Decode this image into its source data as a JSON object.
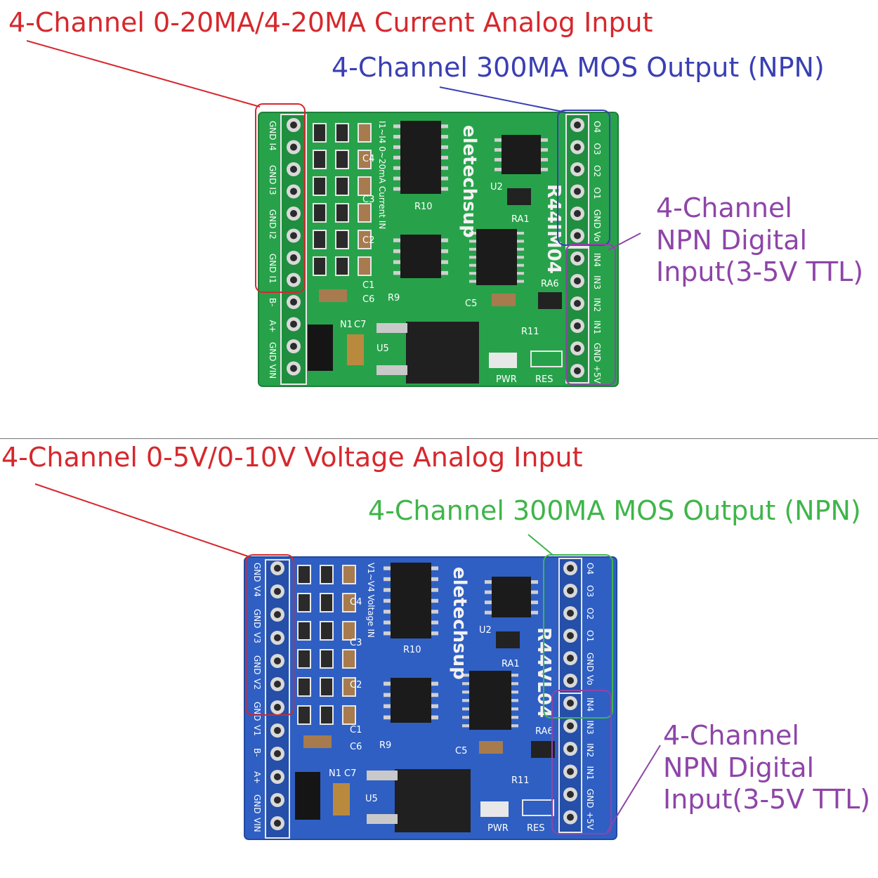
{
  "colors": {
    "analog_label": "#d6282d",
    "output_label_top": "#3a3fb3",
    "output_label_bottom": "#3fb54a",
    "digital_label": "#8e45a8",
    "pcb_green": "#27a24a",
    "pcb_blue": "#2f5fc3"
  },
  "top": {
    "analog_label": "4-Channel 0-20MA/4-20MA  Current Analog Input",
    "output_label": "4-Channel 300MA MOS Output (NPN)",
    "digital_label_lines": [
      "4-Channel",
      "NPN Digital",
      "Input(3-5V TTL)"
    ],
    "board": {
      "brand": "eletechsup",
      "model": "R44IM04",
      "input_note": "I1~I4 0~20mA Current IN",
      "left_pins": [
        "GND",
        "I4",
        "GND",
        "I3",
        "GND",
        "I2",
        "GND",
        "I1",
        "B-",
        "A+",
        "GND",
        "VIN"
      ],
      "right_top_pins": [
        "O4",
        "O3",
        "O2",
        "O1",
        "GND",
        "Vo"
      ],
      "right_bottom_pins": [
        "IN4",
        "IN3",
        "IN2",
        "IN1",
        "GND",
        "+5V"
      ],
      "refs": [
        "C4",
        "C3",
        "C2",
        "C1",
        "C6",
        "C5",
        "C7",
        "N1",
        "U5",
        "U2",
        "R10",
        "R9",
        "R11",
        "RA1",
        "RA6",
        "PWR",
        "RES"
      ]
    }
  },
  "bottom": {
    "analog_label": "4-Channel 0-5V/0-10V Voltage Analog Input",
    "output_label": "4-Channel 300MA MOS Output (NPN)",
    "digital_label_lines": [
      "4-Channel",
      "NPN Digital",
      "Input(3-5V TTL)"
    ],
    "board": {
      "brand": "eletechsup",
      "model": "R44VL04",
      "input_note": "V1~V4 Voltage IN",
      "left_pins": [
        "GND",
        "V4",
        "GND",
        "V3",
        "GND",
        "V2",
        "GND",
        "V1",
        "B-",
        "A+",
        "GND",
        "VIN"
      ],
      "right_top_pins": [
        "O4",
        "O3",
        "O2",
        "O1",
        "GND",
        "Vo"
      ],
      "right_bottom_pins": [
        "IN4",
        "IN3",
        "IN2",
        "IN1",
        "GND",
        "+5V"
      ],
      "refs": [
        "C4",
        "C3",
        "C2",
        "C1",
        "C6",
        "C5",
        "C7",
        "N1",
        "U5",
        "U2",
        "R10",
        "R9",
        "R11",
        "RA1",
        "RA6",
        "PWR",
        "RES"
      ]
    }
  }
}
